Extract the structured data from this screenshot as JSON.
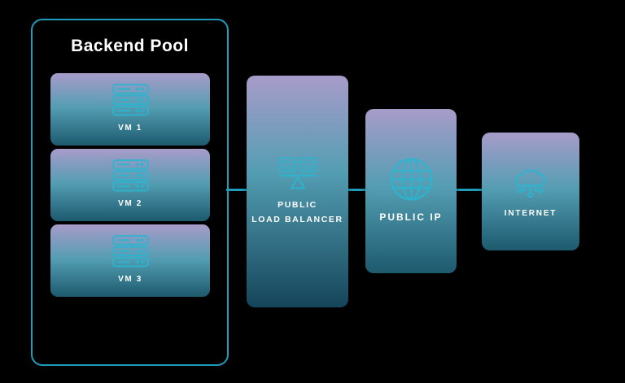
{
  "colors": {
    "background": "#000000",
    "accent_teal": "#1e9dbc",
    "icon_teal": "#2cb5d0",
    "gradient_top": "#a89cc9",
    "gradient_mid": "#539db2",
    "gradient_bottom": "#1d5a6e",
    "gradient_bottom_dark": "#15455a",
    "label_color": "#ffffff"
  },
  "backend_pool": {
    "title": "Backend Pool",
    "vms": [
      {
        "label": "VM 1",
        "icon": "server-rack-icon"
      },
      {
        "label": "VM 2",
        "icon": "server-rack-icon"
      },
      {
        "label": "VM 3",
        "icon": "server-rack-icon"
      }
    ]
  },
  "load_balancer": {
    "label_line1": "PUBLIC",
    "label_line2": "LOAD BALANCER",
    "icon": "load-balancer-scale-icon"
  },
  "public_ip": {
    "label": "PUBLIC IP",
    "icon": "globe-icon"
  },
  "internet": {
    "label": "INTERNET",
    "icon": "cloud-network-icon"
  }
}
